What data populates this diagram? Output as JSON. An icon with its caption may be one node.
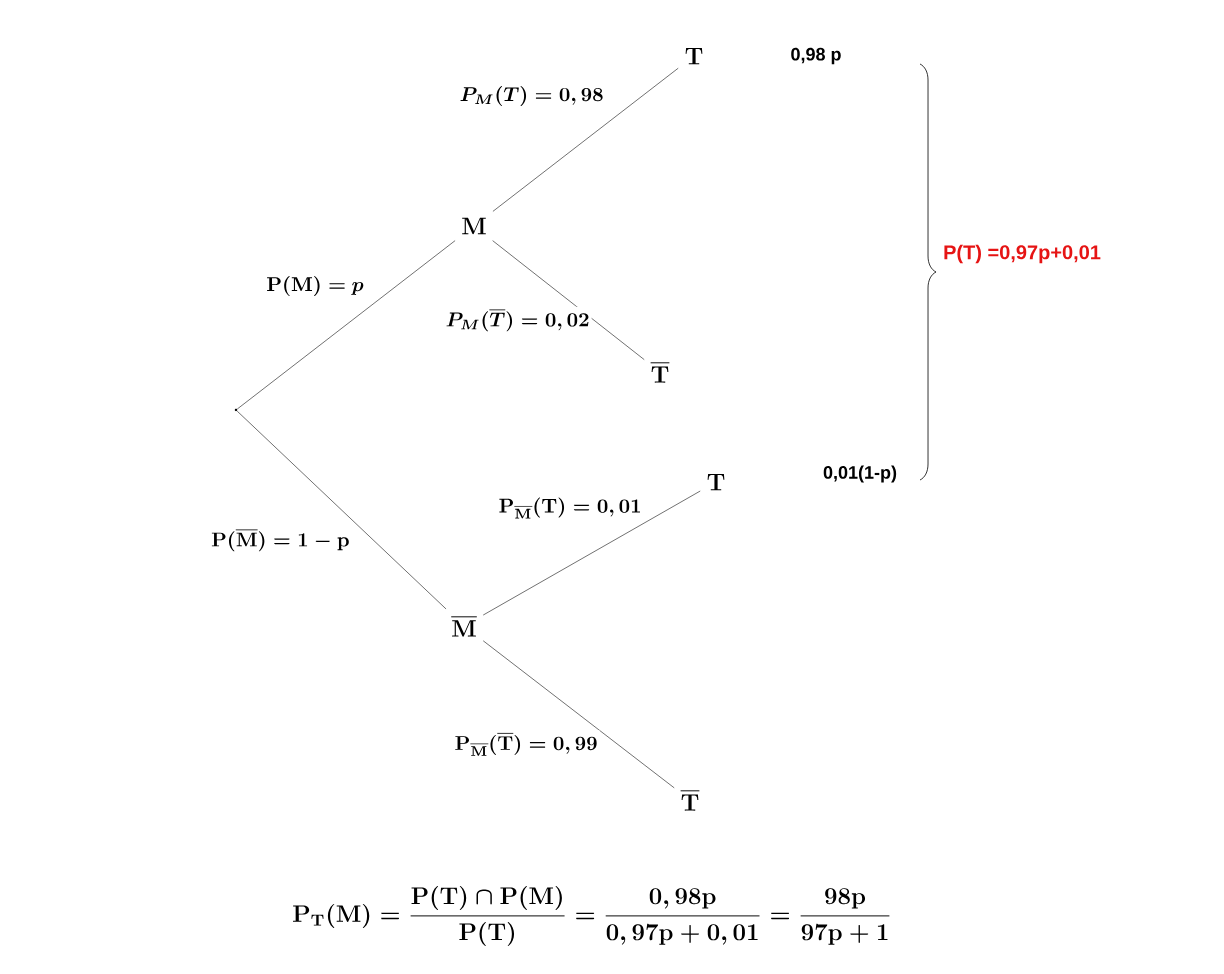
{
  "diagram": {
    "nodes": [
      {
        "text": [],
        "shape": "point"
      },
      {
        "text": [
          "\\mathbf{M}"
        ]
      },
      {
        "text": [
          "\\overline{\\mathbf{M}}"
        ]
      },
      {
        "text": [
          "\\mathbf{T}"
        ]
      },
      {
        "text": [
          "\\overline{\\mathbf{T}}"
        ]
      },
      {
        "text": [
          "\\mathbf{T}"
        ]
      },
      {
        "text": [
          "\\overline{\\mathbf{T}}"
        ]
      }
    ],
    "edges": [
      {
        "from": 0,
        "to": 1,
        "arrow": "none",
        "label": "\\mathrm{\\mathbf{P(M) =}}\\ p"
      },
      {
        "from": 0,
        "to": 2,
        "arrow": "none",
        "label": "\\mathbf{P(\\overline{M}) = 1 - p}"
      },
      {
        "from": 1,
        "to": 3,
        "arrow": "none",
        "label": "P_M(T) = 0,98"
      },
      {
        "from": 1,
        "to": 4,
        "arrow": "none",
        "label": "P_M(\\overline{T}) = 0,02"
      },
      {
        "from": 2,
        "to": 5,
        "arrow": "none",
        "label": "\\mathbf{P_{\\overline{M}}(T) = 0,01}"
      },
      {
        "from": 2,
        "to": 6,
        "arrow": "none",
        "label": "\\mathbf{P_{\\overline{M}}(\\overline{T}) = 0,99}"
      }
    ],
    "labels": [
      "0,98 p",
      "0,01(1-p)",
      "P(T) =0,97p+0,01",
      "\\mathbf{P_T(M) = \\frac{P(T) \\cap P(M)}{P(T)} = \\frac{0,98p}{0,97p + 0,01} = \\frac{98p}{97p + 1}}"
    ]
  }
}
